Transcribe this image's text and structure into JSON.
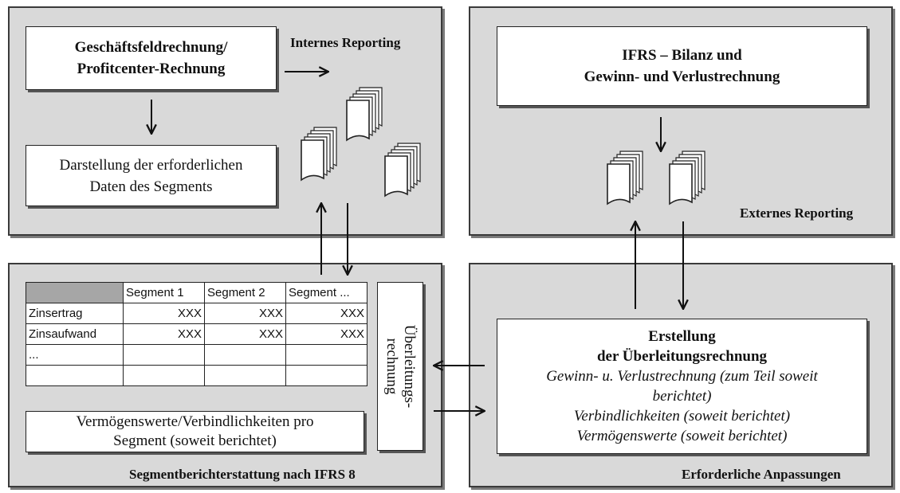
{
  "panels": {
    "internal": {
      "label": "Internes Reporting"
    },
    "external": {
      "label": "Externes Reporting"
    },
    "segment": {
      "label": "Segmentberichterstattung nach IFRS 8"
    },
    "adjust": {
      "label": "Erforderliche Anpassungen"
    }
  },
  "boxes": {
    "geschaeftsfeld": {
      "line1": "Geschäftsfeldrechnung/",
      "line2": "Profitcenter-Rechnung"
    },
    "darstellung": {
      "line1": "Darstellung der  erforderlichen",
      "line2": "Daten des Segments"
    },
    "ifrs": {
      "line1": "IFRS – Bilanz und",
      "line2": "Gewinn- und Verlustrechnung"
    },
    "vermoegen": {
      "line1": "Vermögenswerte/Verbindlichkeiten pro",
      "line2": "Segment (soweit berichtet)"
    },
    "ueberleitung_vertical": {
      "line1": "Überleitungs-",
      "line2": "rechnung"
    },
    "erstellung": {
      "title1": "Erstellung",
      "title2": "der Überleitungsrechnung",
      "item1a": "Gewinn- u. Verlustrechnung (zum Teil soweit",
      "item1b": "berichtet)",
      "item2": "Verbindlichkeiten (soweit berichtet)",
      "item3": "Vermögenswerte (soweit berichtet)"
    }
  },
  "table": {
    "headers": [
      "",
      "Segment 1",
      "Segment 2",
      "Segment ..."
    ],
    "rows": [
      [
        "Zinsertrag",
        "XXX",
        "XXX",
        "XXX"
      ],
      [
        "Zinsaufwand",
        "XXX",
        "XXX",
        "XXX"
      ],
      [
        "...",
        "",
        "",
        ""
      ],
      [
        "",
        "",
        "",
        ""
      ]
    ]
  }
}
